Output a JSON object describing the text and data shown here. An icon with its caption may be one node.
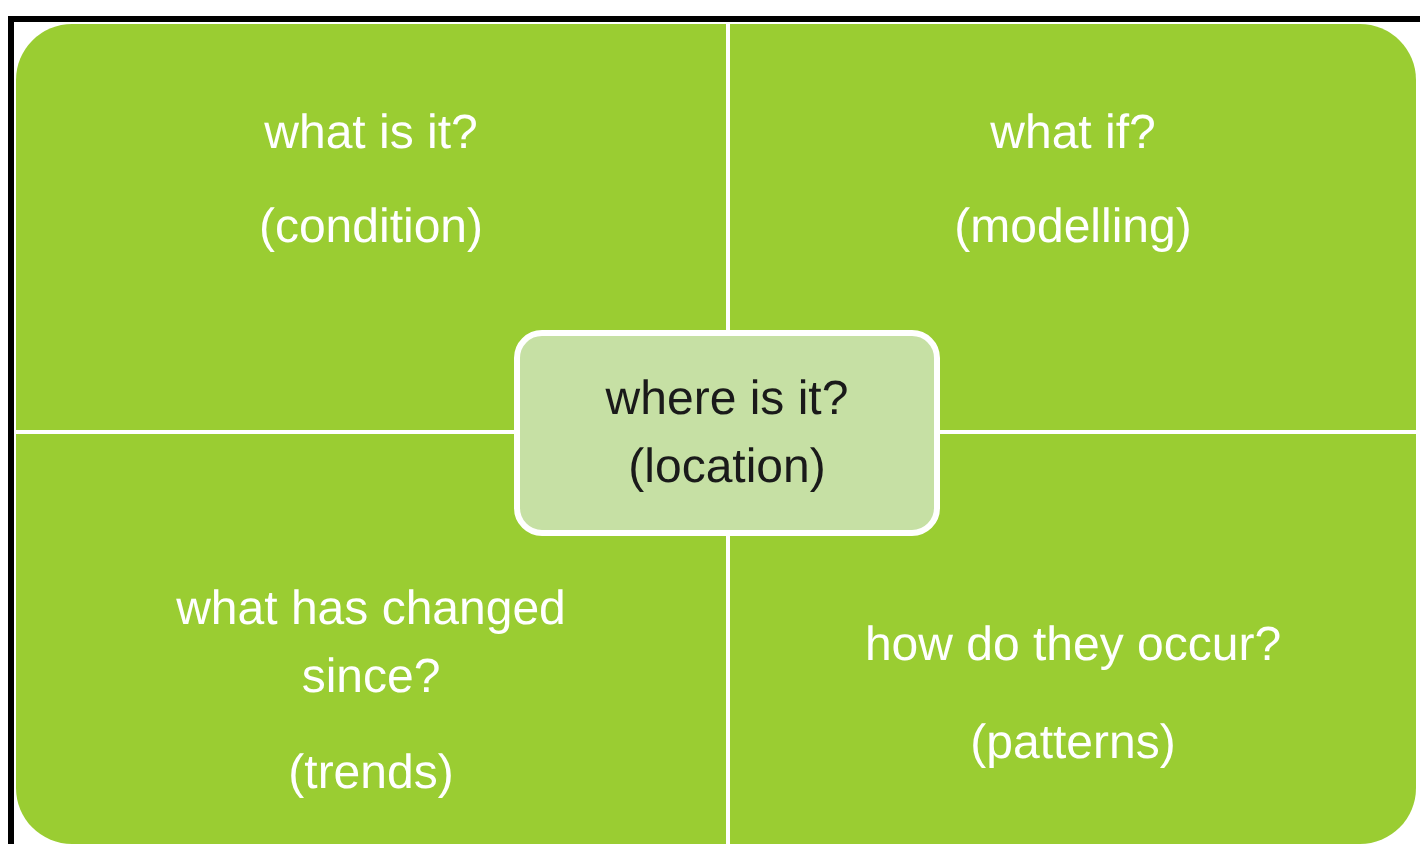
{
  "diagram": {
    "nodes": [
      {
        "text": [
          "what is it?",
          "(condition)"
        ]
      },
      {
        "text": [
          "what if?",
          "(modelling)"
        ]
      },
      {
        "text": [
          "what has changed since?",
          "(trends)"
        ]
      },
      {
        "text": [
          "how do they occur?",
          "(patterns)"
        ]
      },
      {
        "text": [
          "where is it? (location)"
        ]
      }
    ]
  }
}
